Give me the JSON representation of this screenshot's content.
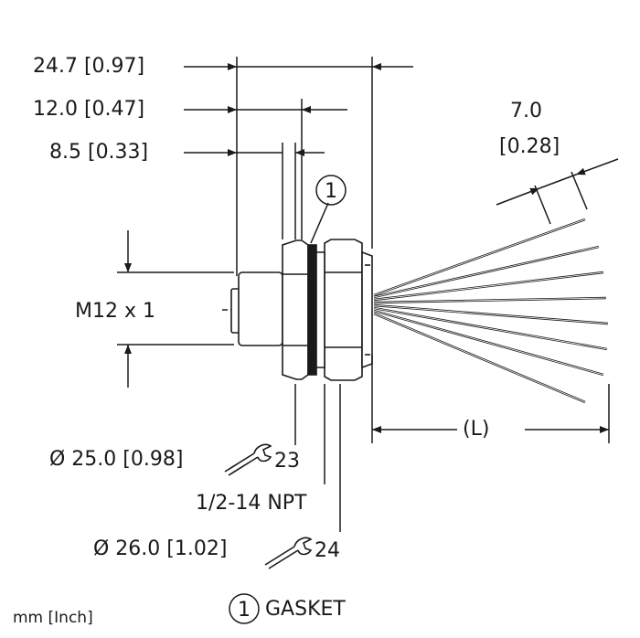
{
  "dimensions": {
    "overall_length": "24.7 [0.97]",
    "thread_length": "12.0 [0.47]",
    "body_length": "8.5 [0.33]",
    "wire_spacing_top": "7.0",
    "wire_spacing_bottom": "[0.28]",
    "thread_size": "M12 x 1",
    "wire_length": "(L)"
  },
  "callouts": {
    "nut_diameter": "Ø 25.0 [0.98]",
    "nut_wrench": "23",
    "npt_thread": "1/2-14 NPT",
    "body_diameter": "Ø 26.0 [1.02]",
    "body_wrench": "24"
  },
  "legend": {
    "gasket_number": "1",
    "gasket_label": "GASKET"
  },
  "units_note": "mm [Inch]",
  "balloon_number": "1",
  "icons": [
    "wrench-icon",
    "wrench-icon"
  ],
  "colors": {
    "line": "#1a1a1a",
    "background": "#ffffff"
  }
}
